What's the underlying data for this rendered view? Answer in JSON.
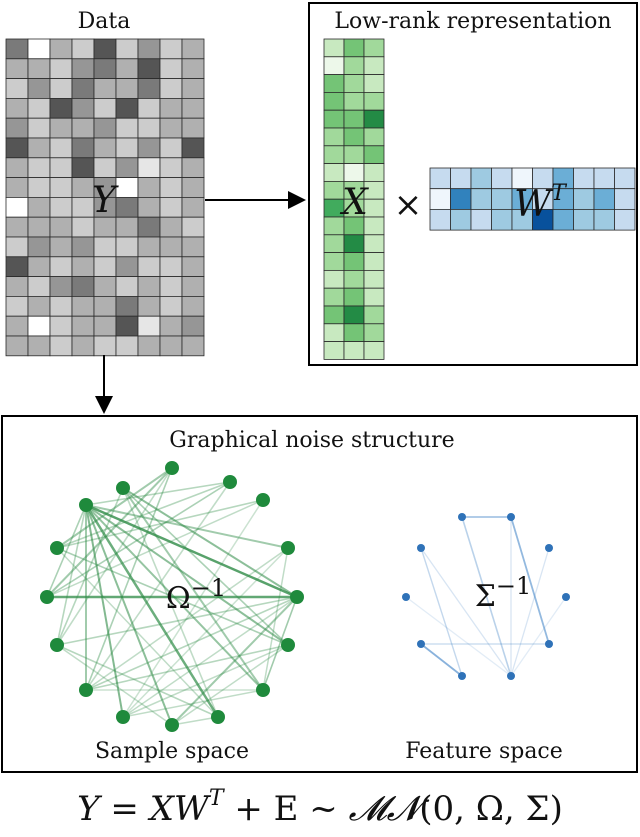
{
  "labels": {
    "data_title": "Data",
    "lowrank_title": "Low-rank representation",
    "noise_title": "Graphical noise structure",
    "sample_space": "Sample space",
    "feature_space": "Feature space",
    "y_symbol": "Y",
    "x_symbol": "X",
    "times": "×",
    "wt_base": "W",
    "wt_sup": "T",
    "omega_base": "Ω",
    "omega_sup": "−1",
    "sigma_base": "Σ",
    "sigma_sup": "−1"
  },
  "formula": {
    "lhs": "Y",
    "eq": " = ",
    "xw": "XW",
    "t": "T",
    "rest": " + E ~ ",
    "mn": "𝓜𝓝",
    "args": "(0, Ω, Σ)"
  },
  "colors": {
    "gray_matrix": [
      "#ffffff",
      "#e6e6e6",
      "#cccccc",
      "#b0b0b0",
      "#969696",
      "#7a7a7a",
      "#555555",
      "#333333"
    ],
    "green_matrix": [
      "#edf8ea",
      "#c8e9c0",
      "#a1d99b",
      "#74c476",
      "#41ab5d",
      "#238b45"
    ],
    "blue_matrix": [
      "#eff6fc",
      "#c6dbef",
      "#9ecae1",
      "#6baed6",
      "#3182bd",
      "#08519c"
    ],
    "sample_node": "#1f8a3c",
    "sample_edge": "#2e8b46",
    "feature_node": "#2f72b8",
    "feature_edge": "#3a7fc4"
  },
  "matrices": {
    "gray_levels": [
      [
        5,
        0,
        3,
        2,
        6,
        2,
        4,
        2,
        3
      ],
      [
        3,
        3,
        2,
        4,
        5,
        3,
        6,
        2,
        3
      ],
      [
        2,
        4,
        2,
        5,
        3,
        3,
        5,
        2,
        3
      ],
      [
        3,
        2,
        6,
        4,
        2,
        6,
        2,
        3,
        3
      ],
      [
        4,
        2,
        3,
        3,
        4,
        2,
        2,
        3,
        3
      ],
      [
        6,
        3,
        2,
        5,
        3,
        2,
        4,
        2,
        6
      ],
      [
        3,
        2,
        2,
        6,
        2,
        4,
        1,
        2,
        3
      ],
      [
        3,
        2,
        2,
        3,
        4,
        0,
        3,
        2,
        3
      ],
      [
        0,
        3,
        2,
        2,
        4,
        5,
        3,
        2,
        3
      ],
      [
        3,
        3,
        3,
        2,
        3,
        3,
        5,
        3,
        2
      ],
      [
        2,
        4,
        3,
        4,
        2,
        2,
        3,
        3,
        3
      ],
      [
        6,
        3,
        2,
        3,
        2,
        4,
        2,
        2,
        3
      ],
      [
        3,
        2,
        4,
        5,
        3,
        2,
        3,
        2,
        3
      ],
      [
        2,
        3,
        2,
        3,
        3,
        5,
        3,
        2,
        3
      ],
      [
        3,
        0,
        2,
        3,
        3,
        6,
        1,
        3,
        4
      ],
      [
        3,
        3,
        2,
        3,
        2,
        2,
        3,
        3,
        3
      ]
    ],
    "green_levels": [
      [
        1,
        3,
        2
      ],
      [
        0,
        2,
        1
      ],
      [
        3,
        2,
        1
      ],
      [
        3,
        2,
        2
      ],
      [
        3,
        3,
        5
      ],
      [
        2,
        3,
        2
      ],
      [
        2,
        2,
        3
      ],
      [
        1,
        0,
        1
      ],
      [
        2,
        2,
        1
      ],
      [
        4,
        2,
        1
      ],
      [
        2,
        3,
        1
      ],
      [
        2,
        5,
        1
      ],
      [
        2,
        3,
        1
      ],
      [
        1,
        2,
        1
      ],
      [
        2,
        3,
        1
      ],
      [
        3,
        5,
        2
      ],
      [
        1,
        3,
        2
      ],
      [
        1,
        1,
        1
      ]
    ],
    "blue_levels": [
      [
        1,
        1,
        2,
        1,
        0,
        1,
        3,
        1,
        1,
        1
      ],
      [
        0,
        4,
        2,
        2,
        3,
        1,
        3,
        2,
        3,
        1
      ],
      [
        1,
        2,
        1,
        2,
        2,
        5,
        3,
        2,
        2,
        1
      ]
    ]
  }
}
